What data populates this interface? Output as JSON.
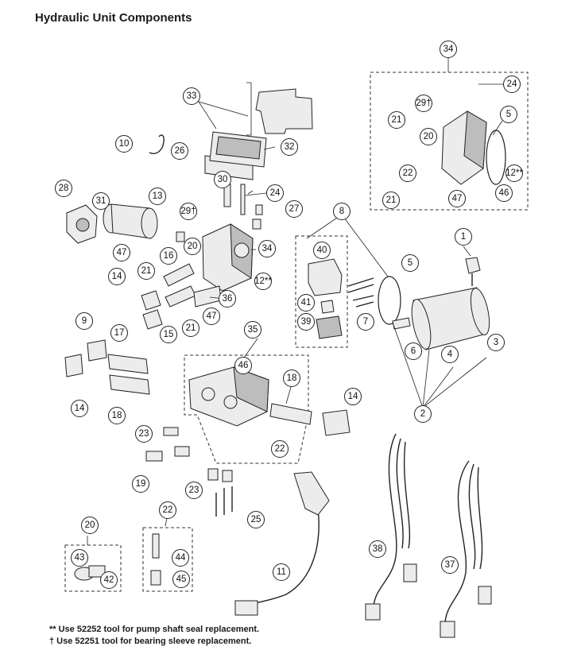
{
  "title": "Hydraulic Unit Components",
  "callouts": [
    {
      "id": "c34a",
      "label": "34"
    },
    {
      "id": "c24a",
      "label": "24"
    },
    {
      "id": "c29a",
      "label": "29†"
    },
    {
      "id": "c21a",
      "label": "21"
    },
    {
      "id": "c5a",
      "label": "5"
    },
    {
      "id": "c20a",
      "label": "20"
    },
    {
      "id": "c22a",
      "label": "22"
    },
    {
      "id": "c12a",
      "label": "12**"
    },
    {
      "id": "c46a",
      "label": "46"
    },
    {
      "id": "c21b",
      "label": "21"
    },
    {
      "id": "c47a",
      "label": "47"
    },
    {
      "id": "c33",
      "label": "33"
    },
    {
      "id": "c10",
      "label": "10"
    },
    {
      "id": "c26",
      "label": "26"
    },
    {
      "id": "c32",
      "label": "32"
    },
    {
      "id": "c30",
      "label": "30"
    },
    {
      "id": "c24b",
      "label": "24"
    },
    {
      "id": "c28",
      "label": "28"
    },
    {
      "id": "c31",
      "label": "31"
    },
    {
      "id": "c13",
      "label": "13"
    },
    {
      "id": "c29b",
      "label": "29†"
    },
    {
      "id": "c27",
      "label": "27"
    },
    {
      "id": "c8",
      "label": "8"
    },
    {
      "id": "c47b",
      "label": "47"
    },
    {
      "id": "c20b",
      "label": "20"
    },
    {
      "id": "c16",
      "label": "16"
    },
    {
      "id": "c34b",
      "label": "34"
    },
    {
      "id": "c21c",
      "label": "21"
    },
    {
      "id": "c14a",
      "label": "14"
    },
    {
      "id": "c12b",
      "label": "12**"
    },
    {
      "id": "c40",
      "label": "40"
    },
    {
      "id": "c1",
      "label": "1"
    },
    {
      "id": "c5b",
      "label": "5"
    },
    {
      "id": "c36",
      "label": "36"
    },
    {
      "id": "c41",
      "label": "41"
    },
    {
      "id": "c15",
      "label": "15"
    },
    {
      "id": "c21d",
      "label": "21"
    },
    {
      "id": "c47c",
      "label": "47"
    },
    {
      "id": "c7",
      "label": "7"
    },
    {
      "id": "c39",
      "label": "39"
    },
    {
      "id": "c9",
      "label": "9"
    },
    {
      "id": "c17",
      "label": "17"
    },
    {
      "id": "c35",
      "label": "35"
    },
    {
      "id": "c6",
      "label": "6"
    },
    {
      "id": "c4",
      "label": "4"
    },
    {
      "id": "c3",
      "label": "3"
    },
    {
      "id": "c46b",
      "label": "46"
    },
    {
      "id": "c18a",
      "label": "18"
    },
    {
      "id": "c14b",
      "label": "14"
    },
    {
      "id": "c18b",
      "label": "18"
    },
    {
      "id": "c14c",
      "label": "14"
    },
    {
      "id": "c2",
      "label": "2"
    },
    {
      "id": "c23a",
      "label": "23"
    },
    {
      "id": "c22b",
      "label": "22"
    },
    {
      "id": "c19",
      "label": "19"
    },
    {
      "id": "c23b",
      "label": "23"
    },
    {
      "id": "c25",
      "label": "25"
    },
    {
      "id": "c22c",
      "label": "22"
    },
    {
      "id": "c20c",
      "label": "20"
    },
    {
      "id": "c44",
      "label": "44"
    },
    {
      "id": "c43",
      "label": "43"
    },
    {
      "id": "c42",
      "label": "42"
    },
    {
      "id": "c45",
      "label": "45"
    },
    {
      "id": "c11",
      "label": "11"
    },
    {
      "id": "c38",
      "label": "38"
    },
    {
      "id": "c37",
      "label": "37"
    }
  ],
  "footnotes": [
    "** Use 52252 tool for pump shaft seal replacement.",
    "† Use 52251 tool for bearing sleeve replacement."
  ],
  "colors": {
    "line": "#222222",
    "fill": "#ececec",
    "dark": "#bdbdbd",
    "background": "#ffffff"
  }
}
